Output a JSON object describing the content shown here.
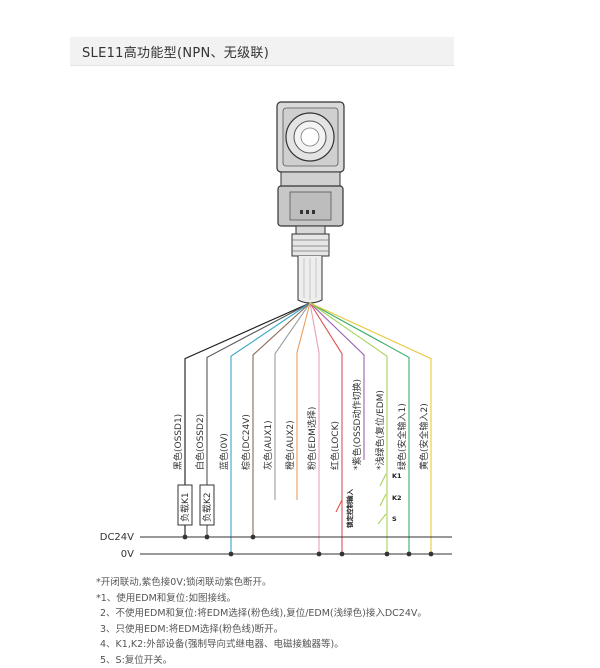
{
  "title": "SLE11高功能型(NPN、无级联)",
  "wires": [
    {
      "label": "黑色(OSSD1)",
      "color": "#1a1a1a"
    },
    {
      "label": "白色(OSSD2)",
      "color": "#555555"
    },
    {
      "label": "蓝色(0V)",
      "color": "#3aa7c9"
    },
    {
      "label": "棕色(DC24V)",
      "color": "#8a6a55"
    },
    {
      "label": "灰色(AUX1)",
      "color": "#9a9a9a"
    },
    {
      "label": "橙色(AUX2)",
      "color": "#e8a060"
    },
    {
      "label": "粉色(EDM选择)",
      "color": "#e7a2b4"
    },
    {
      "label": "红色(LOCK)",
      "color": "#e05050"
    },
    {
      "label": "*紫色(OSSD动作切换)",
      "color": "#9a5db3"
    },
    {
      "label": "*浅绿色(复位/EDM)",
      "color": "#a9d35b"
    },
    {
      "label": "绿色(安全输入1)",
      "color": "#3aae6a"
    },
    {
      "label": "黄色(安全输入2)",
      "color": "#e6c93a"
    }
  ],
  "loads": [
    "负载K1",
    "负载K2"
  ],
  "rails": {
    "dc24v": "DC24V",
    "zero_v": "0V"
  },
  "switches": {
    "lock_input": "锁定控制输入",
    "k1": "K1",
    "k2": "K2",
    "s": "S"
  },
  "notes": [
    "*开闭联动,紫色接0V;锁闭联动紫色断开。",
    "*1、使用EDM和复位:如图接线。",
    "2、不使用EDM和复位:将EDM选择(粉色线),复位/EDM(浅绿色)接入DC24V。",
    "3、只使用EDM:将EDM选择(粉色线)断开。",
    "4、K1,K2:外部设备(强制导向式继电器、电磁接触器等)。",
    "5、S:复位开关。"
  ]
}
